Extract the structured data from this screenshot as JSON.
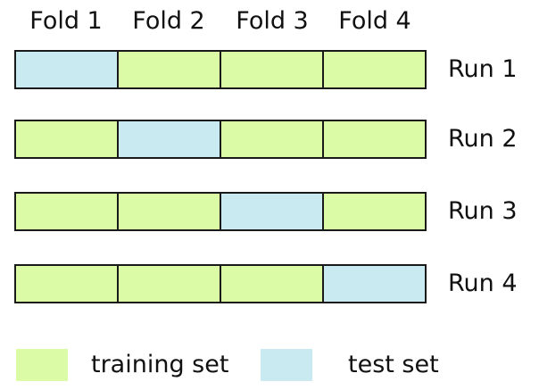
{
  "folds": [
    "Fold 1",
    "Fold 2",
    "Fold 3",
    "Fold 4"
  ],
  "runs": [
    {
      "label": "Run 1",
      "test_fold": 1
    },
    {
      "label": "Run 2",
      "test_fold": 2
    },
    {
      "label": "Run 3",
      "test_fold": 3
    },
    {
      "label": "Run 4",
      "test_fold": 4
    }
  ],
  "legend": {
    "training": "training set",
    "test": "test set"
  },
  "colors": {
    "training": "#dcfba7",
    "test": "#c8eaf0",
    "border": "#1a1a1a"
  }
}
